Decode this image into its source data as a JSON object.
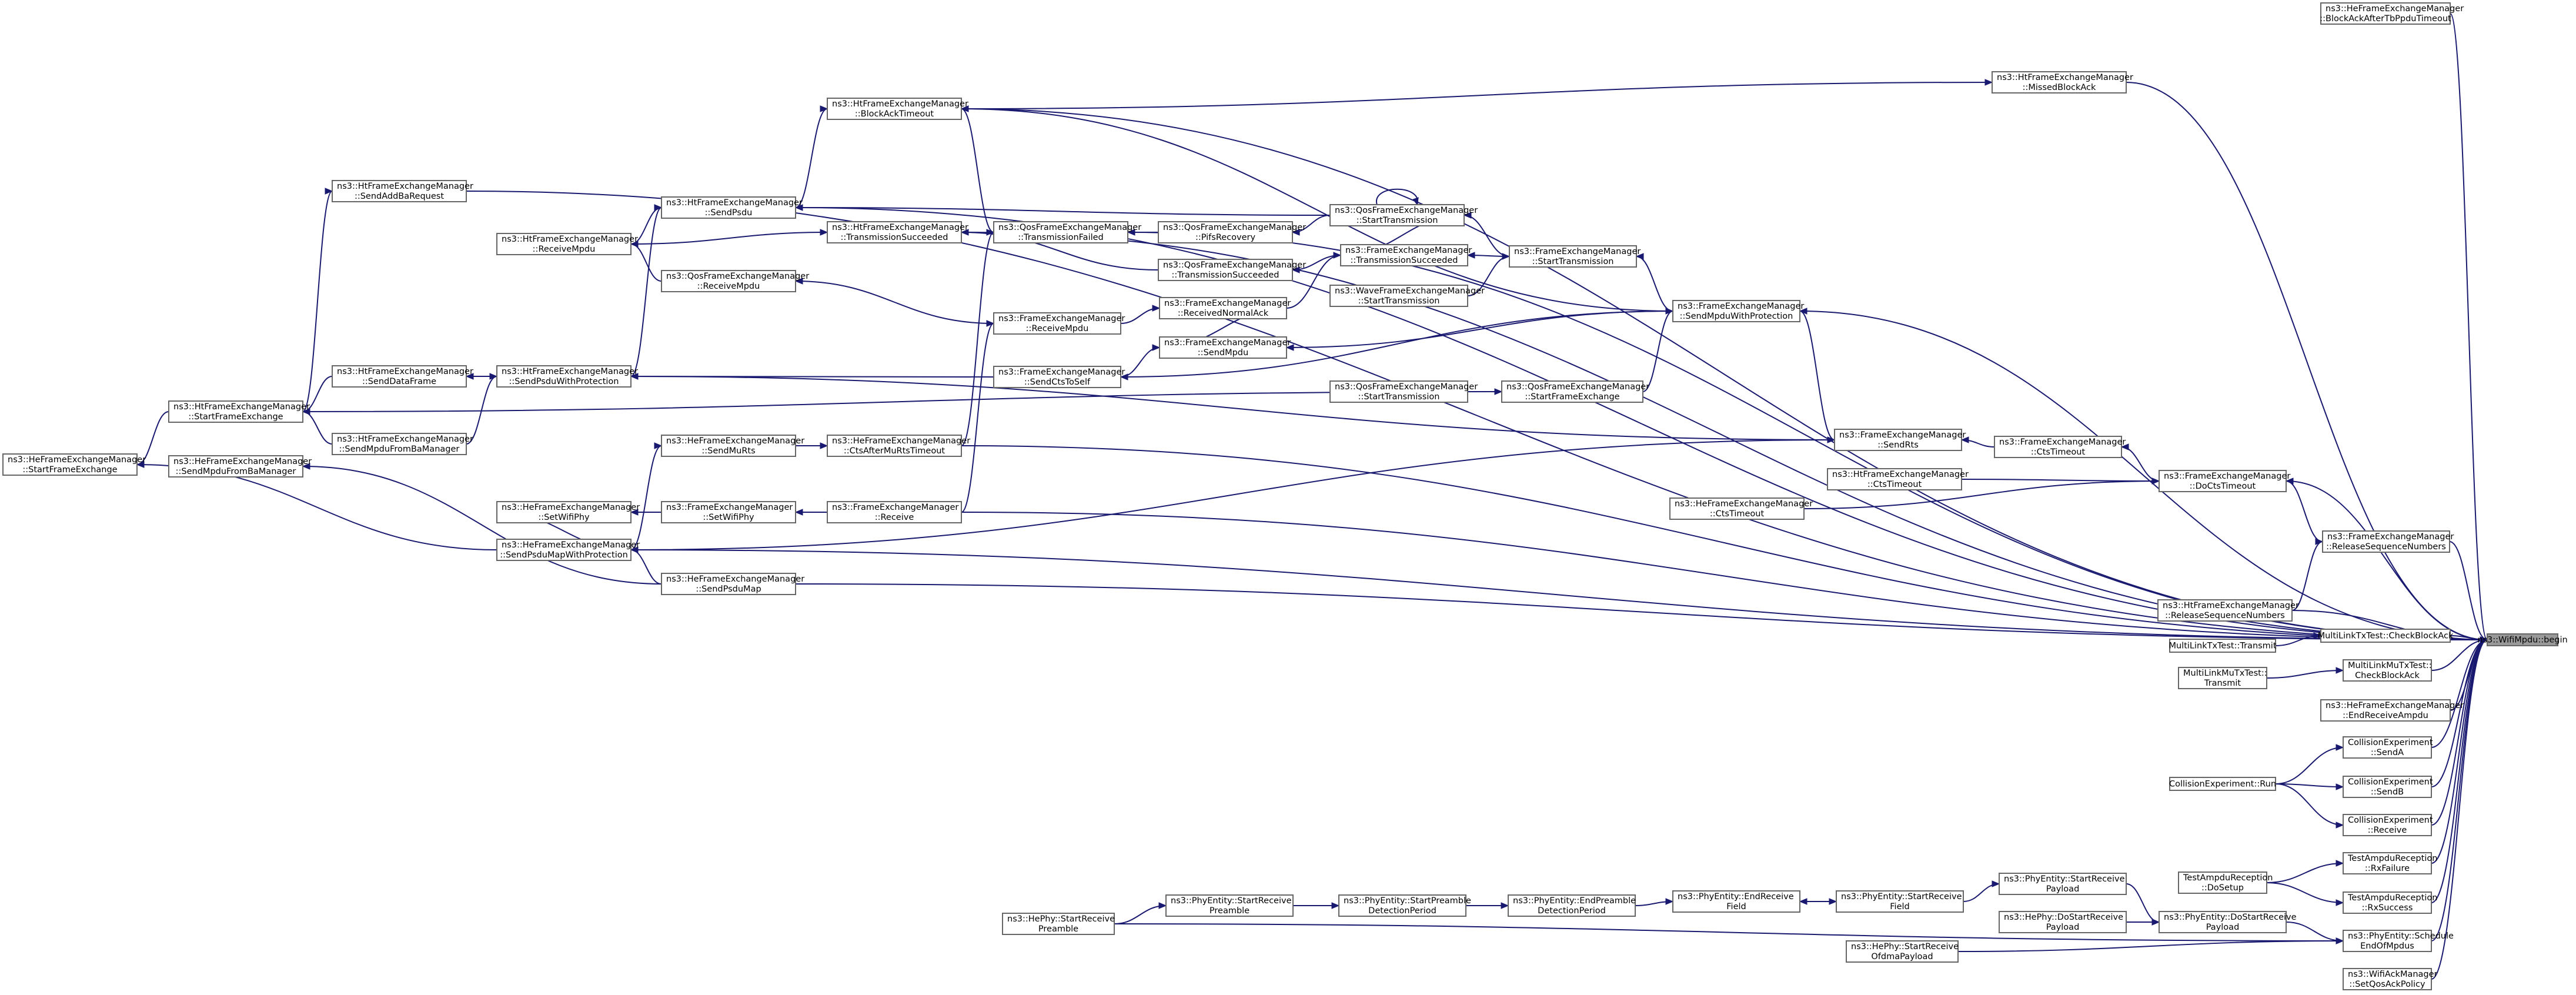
{
  "diagram": {
    "title": "",
    "nodes": [
      {
        "id": "root",
        "label": [
          "ns3::WifiMpdu::begin"
        ],
        "root": true
      },
      {
        "id": "he_baafter",
        "label": [
          "ns3::HeFrameExchangeManager",
          "::BlockAckAfterTbPpduTimeout"
        ]
      },
      {
        "id": "ht_missed",
        "label": [
          "ns3::HtFrameExchangeManager",
          "::MissedBlockAck"
        ]
      },
      {
        "id": "ht_batimeout",
        "label": [
          "ns3::HtFrameExchangeManager",
          "::BlockAckTimeout"
        ]
      },
      {
        "id": "ht_sendaddba",
        "label": [
          "ns3::HtFrameExchangeManager",
          "::SendAddBaRequest"
        ]
      },
      {
        "id": "ht_sendpsdu",
        "label": [
          "ns3::HtFrameExchangeManager",
          "::SendPsdu"
        ]
      },
      {
        "id": "ht_txsucc",
        "label": [
          "ns3::HtFrameExchangeManager",
          "::TransmissionSucceeded"
        ]
      },
      {
        "id": "ht_recvmpdu",
        "label": [
          "ns3::HtFrameExchangeManager",
          "::ReceiveMpdu"
        ]
      },
      {
        "id": "qos_recvmpdu",
        "label": [
          "ns3::QosFrameExchangeManager",
          "::ReceiveMpdu"
        ]
      },
      {
        "id": "qos_txfailed",
        "label": [
          "ns3::QosFrameExchangeManager",
          "::TransmissionFailed"
        ]
      },
      {
        "id": "qos_pifs",
        "label": [
          "ns3::QosFrameExchangeManager",
          "::PifsRecovery"
        ]
      },
      {
        "id": "qos_starttx",
        "label": [
          "ns3::QosFrameExchangeManager",
          "::StartTransmission"
        ]
      },
      {
        "id": "qos_txsucc",
        "label": [
          "ns3::QosFrameExchangeManager",
          "::TransmissionSucceeded"
        ]
      },
      {
        "id": "fem_txsucc",
        "label": [
          "ns3::FrameExchangeManager",
          "::TransmissionSucceeded"
        ]
      },
      {
        "id": "fem_starttx",
        "label": [
          "ns3::FrameExchangeManager",
          "::StartTransmission"
        ]
      },
      {
        "id": "wave_starttx",
        "label": [
          "ns3::WaveFrameExchangeManager",
          "::StartTransmission"
        ]
      },
      {
        "id": "fem_recvnormalack",
        "label": [
          "ns3::FrameExchangeManager",
          "::ReceivedNormalAck"
        ]
      },
      {
        "id": "fem_recvmpdu",
        "label": [
          "ns3::FrameExchangeManager",
          "::ReceiveMpdu"
        ]
      },
      {
        "id": "fem_sendmpdu",
        "label": [
          "ns3::FrameExchangeManager",
          "::SendMpdu"
        ]
      },
      {
        "id": "fem_sendmpduwp",
        "label": [
          "ns3::FrameExchangeManager",
          "::SendMpduWithProtection"
        ]
      },
      {
        "id": "fem_sendctstoself",
        "label": [
          "ns3::FrameExchangeManager",
          "::SendCtsToSelf"
        ]
      },
      {
        "id": "ht_startfe",
        "label": [
          "ns3::HtFrameExchangeManager",
          "::StartFrameExchange"
        ]
      },
      {
        "id": "ht_senddataframe",
        "label": [
          "ns3::HtFrameExchangeManager",
          "::SendDataFrame"
        ]
      },
      {
        "id": "ht_sendpsduwp",
        "label": [
          "ns3::HtFrameExchangeManager",
          "::SendPsduWithProtection"
        ]
      },
      {
        "id": "he_startfe",
        "label": [
          "ns3::HeFrameExchangeManager",
          "::StartFrameExchange"
        ]
      },
      {
        "id": "ht_sendmpdufromba",
        "label": [
          "ns3::HtFrameExchangeManager",
          "::SendMpduFromBaManager"
        ]
      },
      {
        "id": "he_sendmpdufromba",
        "label": [
          "ns3::HeFrameExchangeManager",
          "::SendMpduFromBaManager"
        ]
      },
      {
        "id": "qos_starttx2",
        "label": [
          "ns3::QosFrameExchangeManager",
          "::StartTransmission"
        ]
      },
      {
        "id": "qos_startfe",
        "label": [
          "ns3::QosFrameExchangeManager",
          "::StartFrameExchange"
        ]
      },
      {
        "id": "he_sendmurts",
        "label": [
          "ns3::HeFrameExchangeManager",
          "::SendMuRts"
        ]
      },
      {
        "id": "he_ctsaftermurts",
        "label": [
          "ns3::HeFrameExchangeManager",
          "::CtsAfterMuRtsTimeout"
        ]
      },
      {
        "id": "fem_sendrts",
        "label": [
          "ns3::FrameExchangeManager",
          "::SendRts"
        ]
      },
      {
        "id": "fem_ctstimeout",
        "label": [
          "ns3::FrameExchangeManager",
          "::CtsTimeout"
        ]
      },
      {
        "id": "ht_ctstimeout",
        "label": [
          "ns3::HtFrameExchangeManager",
          "::CtsTimeout"
        ]
      },
      {
        "id": "he_ctstimeout",
        "label": [
          "ns3::HeFrameExchangeManager",
          "::CtsTimeout"
        ]
      },
      {
        "id": "fem_doctstimeout",
        "label": [
          "ns3::FrameExchangeManager",
          "::DoCtsTimeout"
        ]
      },
      {
        "id": "he_setwifiphy",
        "label": [
          "ns3::HeFrameExchangeManager",
          "::SetWifiPhy"
        ]
      },
      {
        "id": "fem_setwifiphy",
        "label": [
          "ns3::FrameExchangeManager",
          "::SetWifiPhy"
        ]
      },
      {
        "id": "fem_receive",
        "label": [
          "ns3::FrameExchangeManager",
          "::Receive"
        ]
      },
      {
        "id": "he_sendpsdumapwp",
        "label": [
          "ns3::HeFrameExchangeManager",
          "::SendPsduMapWithProtection"
        ]
      },
      {
        "id": "he_sendpsdumap",
        "label": [
          "ns3::HeFrameExchangeManager",
          "::SendPsduMap"
        ]
      },
      {
        "id": "fem_relseq",
        "label": [
          "ns3::FrameExchangeManager",
          "::ReleaseSequenceNumbers"
        ]
      },
      {
        "id": "ht_relseq",
        "label": [
          "ns3::HtFrameExchangeManager",
          "::ReleaseSequenceNumbers"
        ]
      },
      {
        "id": "mltx_checkba",
        "label": [
          "MultiLinkTxTest::CheckBlockAck"
        ]
      },
      {
        "id": "mltx_transmit",
        "label": [
          "MultiLinkTxTest::Transmit"
        ]
      },
      {
        "id": "mlmu_checkba",
        "label": [
          "MultiLinkMuTxTest::",
          "CheckBlockAck"
        ]
      },
      {
        "id": "mlmu_transmit",
        "label": [
          "MultiLinkMuTxTest::",
          "Transmit"
        ]
      },
      {
        "id": "he_endrecvampdu",
        "label": [
          "ns3::HeFrameExchangeManager",
          "::EndReceiveAmpdu"
        ]
      },
      {
        "id": "ce_senda",
        "label": [
          "CollisionExperiment",
          "::SendA"
        ]
      },
      {
        "id": "ce_run",
        "label": [
          "CollisionExperiment::Run"
        ]
      },
      {
        "id": "ce_sendb",
        "label": [
          "CollisionExperiment",
          "::SendB"
        ]
      },
      {
        "id": "ce_receive",
        "label": [
          "CollisionExperiment",
          "::Receive"
        ]
      },
      {
        "id": "tar_rxfailure",
        "label": [
          "TestAmpduReception",
          "::RxFailure"
        ]
      },
      {
        "id": "tar_dosetup",
        "label": [
          "TestAmpduReception",
          "::DoSetup"
        ]
      },
      {
        "id": "tar_rxsuccess",
        "label": [
          "TestAmpduReception",
          "::RxSuccess"
        ]
      },
      {
        "id": "pe_startrecvpayload",
        "label": [
          "ns3::PhyEntity::StartReceive",
          "Payload"
        ]
      },
      {
        "id": "hephy_dostartrecvpayload",
        "label": [
          "ns3::HePhy::DoStartReceive",
          "Payload"
        ]
      },
      {
        "id": "pe_dostartrecvpayload",
        "label": [
          "ns3::PhyEntity::DoStartReceive",
          "Payload"
        ]
      },
      {
        "id": "pe_schedule",
        "label": [
          "ns3::PhyEntity::Schedule",
          "EndOfMpdus"
        ]
      },
      {
        "id": "pe_endrecvfield",
        "label": [
          "ns3::PhyEntity::EndReceive",
          "Field"
        ]
      },
      {
        "id": "pe_startrecvfield",
        "label": [
          "ns3::PhyEntity::StartReceive",
          "Field"
        ]
      },
      {
        "id": "pe_endpreamble",
        "label": [
          "ns3::PhyEntity::EndPreamble",
          "DetectionPeriod"
        ]
      },
      {
        "id": "pe_startpreamble",
        "label": [
          "ns3::PhyEntity::StartPreamble",
          "DetectionPeriod"
        ]
      },
      {
        "id": "pe_startrecvpreamble",
        "label": [
          "ns3::PhyEntity::StartReceive",
          "Preamble"
        ]
      },
      {
        "id": "hephy_startrecvpreamble",
        "label": [
          "ns3::HePhy::StartReceive",
          "Preamble"
        ]
      },
      {
        "id": "hephy_startrecvofdma",
        "label": [
          "ns3::HePhy::StartReceive",
          "OfdmaPayload"
        ]
      },
      {
        "id": "wifiack_setqos",
        "label": [
          "ns3::WifiAckManager",
          "::SetQosAckPolicy"
        ]
      }
    ]
  }
}
